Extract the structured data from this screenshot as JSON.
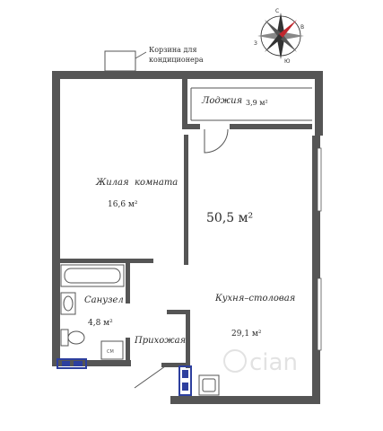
{
  "plan": {
    "total_area": "50,5 м²",
    "ac_basket_label_line1": "Корзина для",
    "ac_basket_label_line2": "кондиционера",
    "rooms": {
      "loggia": {
        "name": "Лоджия",
        "area": "3,9 м²"
      },
      "living": {
        "name": "Жилая  комната",
        "area": "16,6 м²"
      },
      "bathroom": {
        "name": "Санузел",
        "area": "4,8 м²"
      },
      "hallway": {
        "name": "Прихожая"
      },
      "kitchen": {
        "name": "Кухня–столовая",
        "area": "29,1 м²"
      }
    },
    "compass_letters": [
      "С",
      "В",
      "Ю",
      "З"
    ],
    "washer_label": "СМ",
    "watermark": "cian"
  },
  "colors": {
    "wall": "#444444",
    "compass_red": "#c0262d",
    "equipment_blue": "#2d3f9e"
  }
}
